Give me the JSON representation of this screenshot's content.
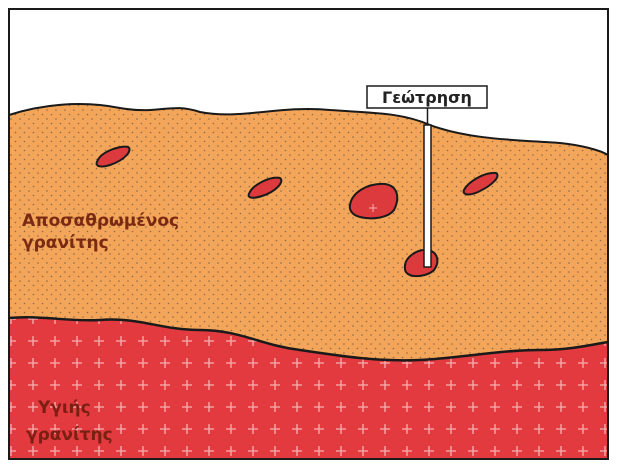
{
  "labels": {
    "weathered_granite_line1": "Αποσαθρωμένος",
    "weathered_granite_line2": "γρανίτης",
    "fresh_granite_line1": "Υγιής",
    "fresh_granite_line2": "γρανίτης",
    "borehole": "Γεώτρηση"
  },
  "colors": {
    "sky": "#ffffff",
    "weathered_granite": "#f3a55a",
    "weathered_granite_dots": "#8a6a4a",
    "fresh_granite": "#e23a3f",
    "fresh_granite_crosses": "#f7b0b0",
    "boulder": "#dd3a3e",
    "outline": "#1a1a1a",
    "borehole": "#ffffff"
  }
}
